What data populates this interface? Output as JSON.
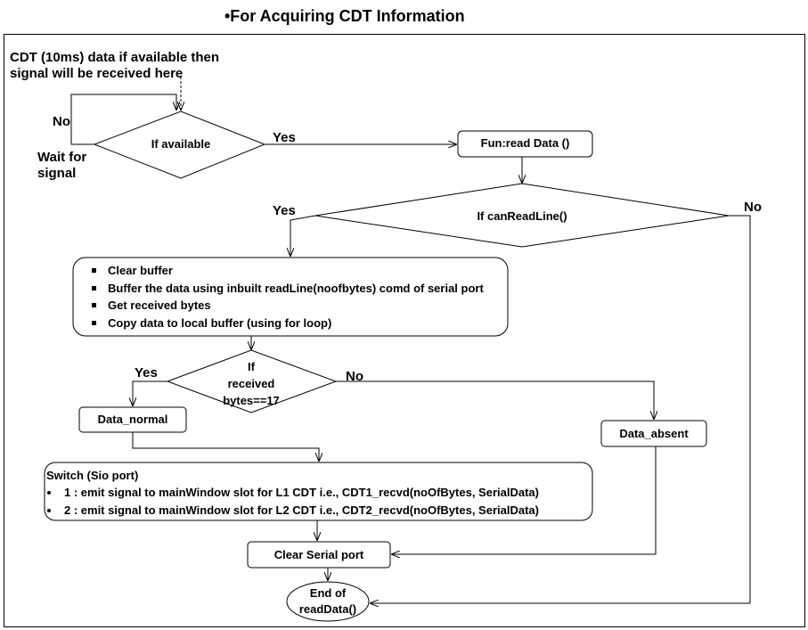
{
  "title": "•For Acquiring CDT Information",
  "annotations": {
    "signal_note_line1": "CDT (10ms) data if available then",
    "signal_note_line2": "signal will be received here",
    "wait_line1": "Wait for",
    "wait_line2": "signal"
  },
  "edge_labels": {
    "available_no": "No",
    "available_yes": "Yes",
    "canreadline_yes": "Yes",
    "canreadline_no": "No",
    "received_yes": "Yes",
    "received_no": "No"
  },
  "nodes": {
    "if_available": "If available",
    "read_data": "Fun:read Data ()",
    "can_read_line": "If canReadLine()",
    "process_steps": [
      "Clear buffer",
      "Buffer the data using  inbuilt readLine(noofbytes) comd of serial port",
      "Get received bytes",
      "Copy data to local buffer (using for loop)"
    ],
    "received_check_line1": "If",
    "received_check_line2": "received",
    "received_check_line3": "bytes==17",
    "data_normal": "Data_normal",
    "data_absent": "Data_absent",
    "switch_title": "Switch  (Sio port)",
    "switch_items": [
      "1 : emit signal to mainWindow  slot for L1 CDT  i.e., CDT1_recvd(noOfBytes, SerialData)",
      "2 : emit signal to mainWindow  slot for L2 CDT  i.e., CDT2_recvd(noOfBytes, SerialData)"
    ],
    "clear_serial_port": "Clear Serial port",
    "end_line1": "End of",
    "end_line2": "readData()"
  }
}
